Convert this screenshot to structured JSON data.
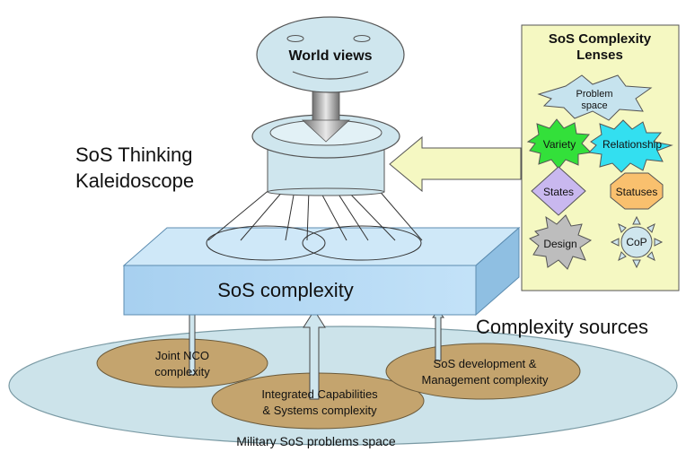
{
  "world_views": {
    "label": "World views"
  },
  "kaleidoscope": {
    "label_line1": "SoS Thinking",
    "label_line2": "Kaleidoscope"
  },
  "complexity_box": {
    "label": "SoS complexity"
  },
  "complexity_sources": {
    "label": "Complexity sources"
  },
  "problem_space": {
    "label": "Military SoS problems space"
  },
  "sources": {
    "joint_nco": {
      "line1": "Joint NCO",
      "line2": "complexity"
    },
    "integrated": {
      "line1": "Integrated Capabilities",
      "line2": "& Systems complexity"
    },
    "development": {
      "line1": "SoS development &",
      "line2": "Management complexity"
    }
  },
  "lenses_panel": {
    "title_line1": "SoS Complexity",
    "title_line2": "Lenses",
    "items": {
      "problem_space": {
        "line1": "Problem",
        "line2": "space"
      },
      "variety": "Variety",
      "relationship": "Relationship",
      "states": "States",
      "statuses": "Statuses",
      "design": "Design",
      "cop": "CoP"
    }
  },
  "colors": {
    "face": "#cfe6ee",
    "kaleidoscope": "#cfe6ee",
    "box_front": "#aad3f2",
    "ellipse": "#cce3ea",
    "source_blob": "#c4a46e",
    "panel": "#f5f8c2",
    "variety": "#33e03a",
    "relationship": "#33dff0",
    "states": "#c9b8ef",
    "statuses": "#f9c06e",
    "design": "#bdbdbd",
    "cop": "#cfe6ee",
    "problem_shape": "#c6e3ee"
  }
}
